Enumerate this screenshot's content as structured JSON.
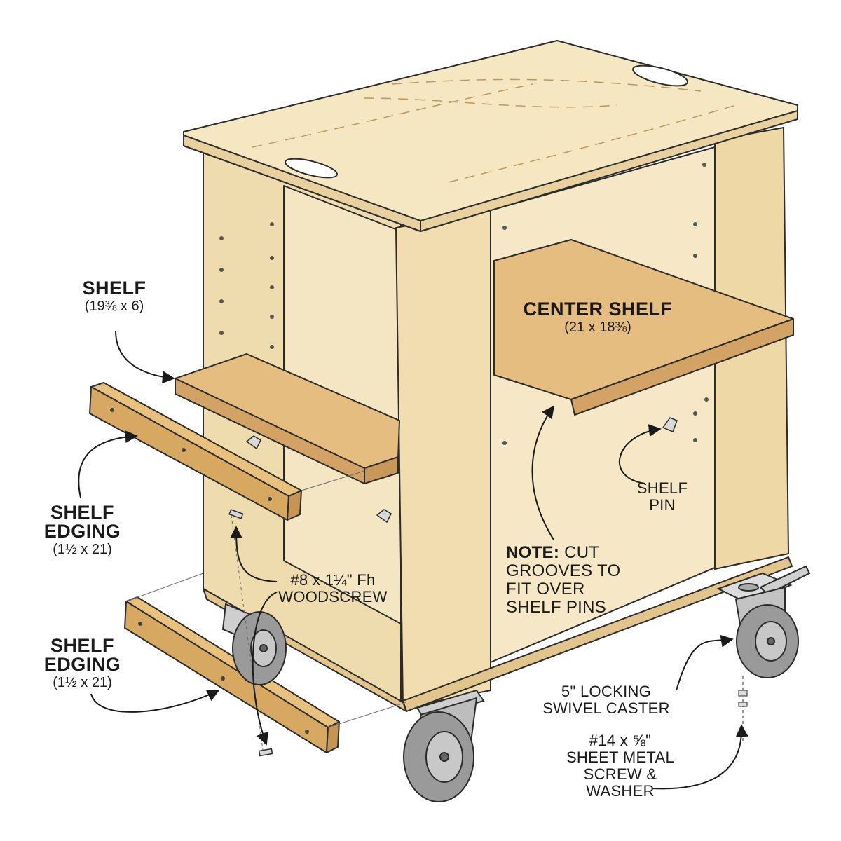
{
  "labels": {
    "shelf": {
      "title": "SHELF",
      "dims": "(19⅜ x 6)"
    },
    "center_shelf": {
      "title": "CENTER SHELF",
      "dims": "(21 x 18⅜)"
    },
    "shelf_edging_upper": {
      "line1": "SHELF",
      "line2": "EDGING",
      "dims": "(1½ x 21)"
    },
    "shelf_edging_lower": {
      "line1": "SHELF",
      "line2": "EDGING",
      "dims": "(1½ x 21)"
    },
    "shelf_pin": {
      "line1": "SHELF",
      "line2": "PIN"
    },
    "woodscrew": {
      "line1": "#8 x 1¼\" Fh",
      "line2": "WOODSCREW"
    },
    "note": {
      "lead": "NOTE:",
      "line1": "CUT",
      "line2": "GROOVES TO",
      "line3": "FIT OVER",
      "line4": "SHELF PINS"
    },
    "caster": {
      "line1": "5\" LOCKING",
      "line2": "SWIVEL CASTER"
    },
    "sheet_metal_screw": {
      "line1": "#14 x ⅝\"",
      "line2": "SHEET METAL",
      "line3": "SCREW &",
      "line4": "WASHER"
    }
  },
  "colors": {
    "wood_light": "#f3e2b8",
    "wood_side": "#ead5a4",
    "shelf_top": "#e3b87a",
    "edging": "#d9ae6b",
    "wheel": "#9a9a9a",
    "ink": "#1a1a1a"
  }
}
